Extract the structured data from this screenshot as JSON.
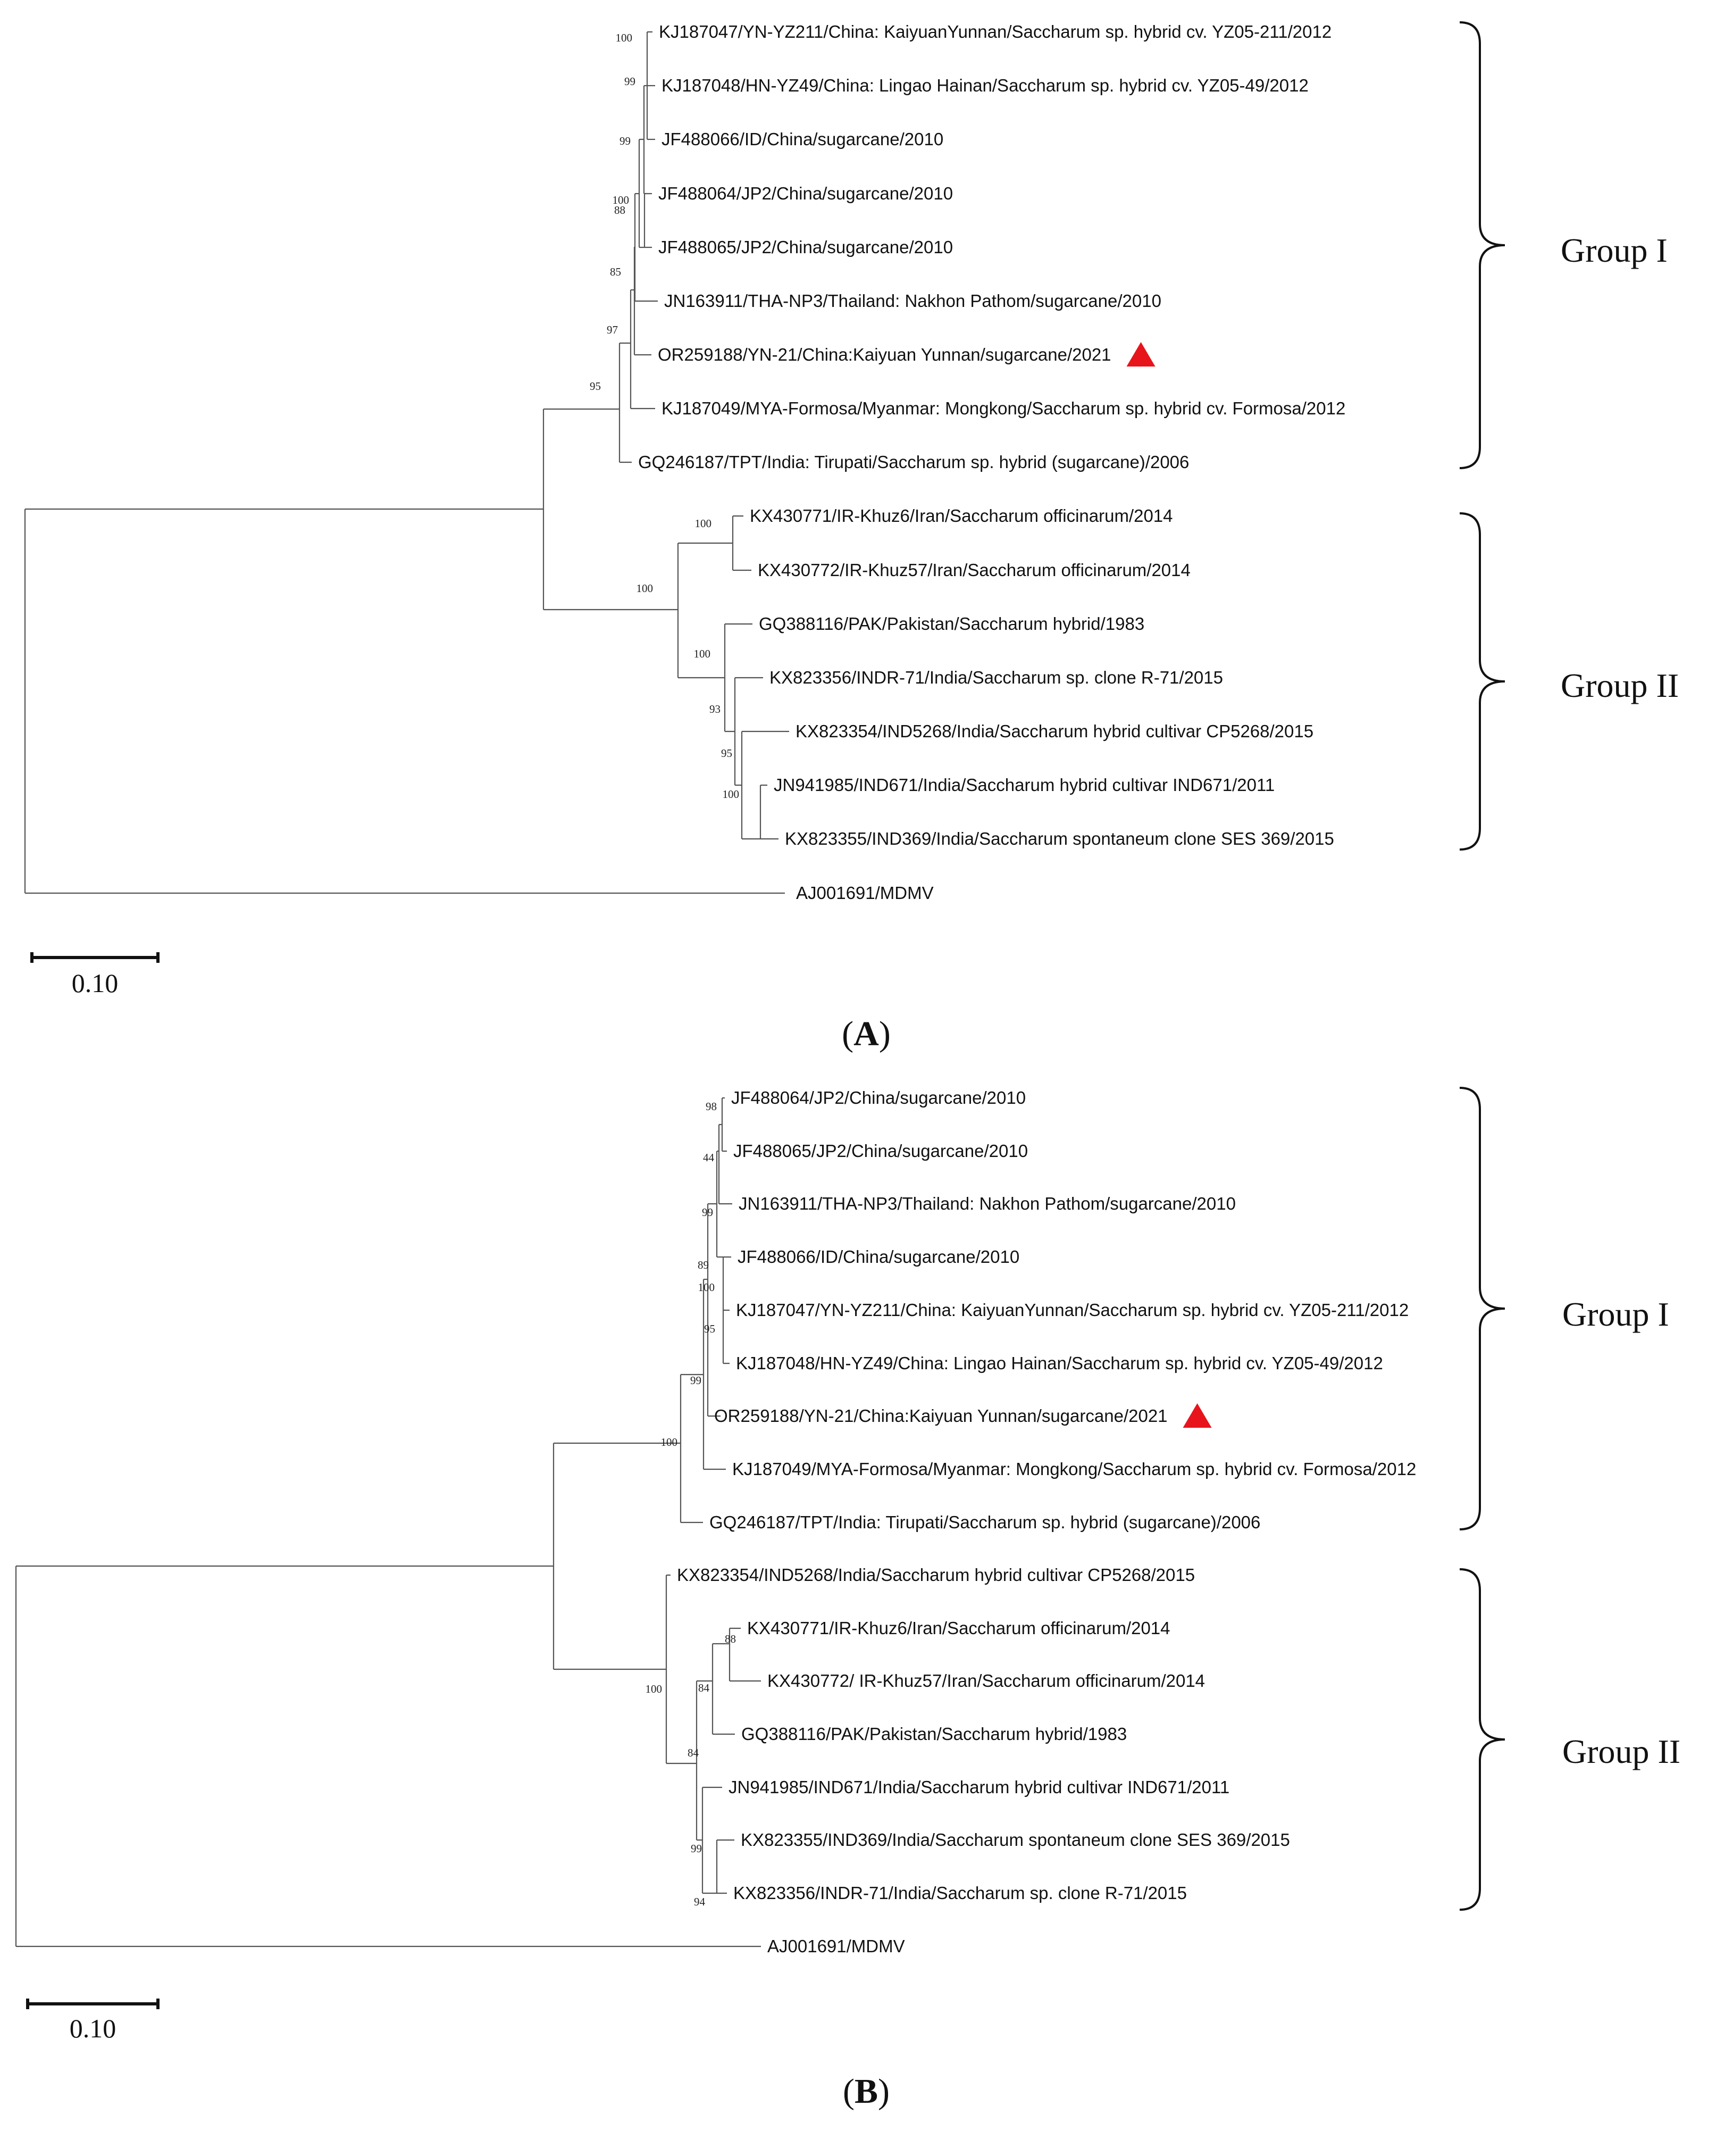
{
  "panels": [
    {
      "id": "A",
      "panel_label": "A",
      "scale": "0.10",
      "taxa": [
        {
          "label": "KJ187047/YN-YZ211/China: KaiyuanYunnan/Saccharum sp. hybrid cv. YZ05-211/2012"
        },
        {
          "label": "KJ187048/HN-YZ49/China: Lingao Hainan/Saccharum sp. hybrid cv. YZ05-49/2012"
        },
        {
          "label": "JF488066/ID/China/sugarcane/2010"
        },
        {
          "label": "JF488064/JP2/China/sugarcane/2010"
        },
        {
          "label": "JF488065/JP2/China/sugarcane/2010"
        },
        {
          "label": "JN163911/THA-NP3/Thailand: Nakhon Pathom/sugarcane/2010"
        },
        {
          "label": "OR259188/YN-21/China:Kaiyuan Yunnan/sugarcane/2021",
          "marker": true
        },
        {
          "label": "KJ187049/MYA-Formosa/Myanmar: Mongkong/Saccharum sp. hybrid cv. Formosa/2012"
        },
        {
          "label": "GQ246187/TPT/India: Tirupati/Saccharum sp. hybrid (sugarcane)/2006"
        },
        {
          "label": "KX430771/IR-Khuz6/Iran/Saccharum officinarum/2014"
        },
        {
          "label": "KX430772/IR-Khuz57/Iran/Saccharum officinarum/2014"
        },
        {
          "label": "GQ388116/PAK/Pakistan/Saccharum hybrid/1983"
        },
        {
          "label": "KX823356/INDR-71/India/Saccharum sp. clone R-71/2015"
        },
        {
          "label": "KX823354/IND5268/India/Saccharum hybrid cultivar CP5268/2015"
        },
        {
          "label": "JN941985/IND671/India/Saccharum hybrid cultivar IND671/2011"
        },
        {
          "label": "KX823355/IND369/India/Saccharum spontaneum clone SES 369/2015"
        },
        {
          "label": "AJ001691/MDMV"
        }
      ],
      "bootstrap": [
        "100",
        "99",
        "99",
        "100",
        "88",
        "85",
        "97",
        "95",
        "100",
        "100",
        "100",
        "93",
        "95",
        "100"
      ],
      "groups": [
        "Group I",
        "Group II"
      ]
    },
    {
      "id": "B",
      "panel_label": "B",
      "scale": "0.10",
      "taxa": [
        {
          "label": "JF488064/JP2/China/sugarcane/2010"
        },
        {
          "label": "JF488065/JP2/China/sugarcane/2010"
        },
        {
          "label": "JN163911/THA-NP3/Thailand: Nakhon Pathom/sugarcane/2010"
        },
        {
          "label": "JF488066/ID/China/sugarcane/2010"
        },
        {
          "label": "KJ187047/YN-YZ211/China: KaiyuanYunnan/Saccharum sp. hybrid cv. YZ05-211/2012"
        },
        {
          "label": "KJ187048/HN-YZ49/China: Lingao Hainan/Saccharum sp. hybrid cv. YZ05-49/2012"
        },
        {
          "label": "OR259188/YN-21/China:Kaiyuan Yunnan/sugarcane/2021",
          "marker": true
        },
        {
          "label": "KJ187049/MYA-Formosa/Myanmar: Mongkong/Saccharum sp. hybrid cv. Formosa/2012"
        },
        {
          "label": "GQ246187/TPT/India: Tirupati/Saccharum sp. hybrid (sugarcane)/2006"
        },
        {
          "label": "KX823354/IND5268/India/Saccharum hybrid cultivar CP5268/2015"
        },
        {
          "label": "KX430771/IR-Khuz6/Iran/Saccharum officinarum/2014"
        },
        {
          "label": "KX430772/ IR-Khuz57/Iran/Saccharum officinarum/2014"
        },
        {
          "label": "GQ388116/PAK/Pakistan/Saccharum hybrid/1983"
        },
        {
          "label": "JN941985/IND671/India/Saccharum hybrid cultivar IND671/2011"
        },
        {
          "label": "KX823355/IND369/India/Saccharum spontaneum clone SES 369/2015"
        },
        {
          "label": "KX823356/INDR-71/India/Saccharum sp. clone R-71/2015"
        },
        {
          "label": "AJ001691/MDMV"
        }
      ],
      "bootstrap": [
        "98",
        "44",
        "99",
        "89",
        "100",
        "95",
        "99",
        "100",
        "88",
        "84",
        "100",
        "84",
        "99",
        "94"
      ],
      "groups": [
        "Group I",
        "Group II"
      ]
    }
  ],
  "marker_color": "#e8141c"
}
